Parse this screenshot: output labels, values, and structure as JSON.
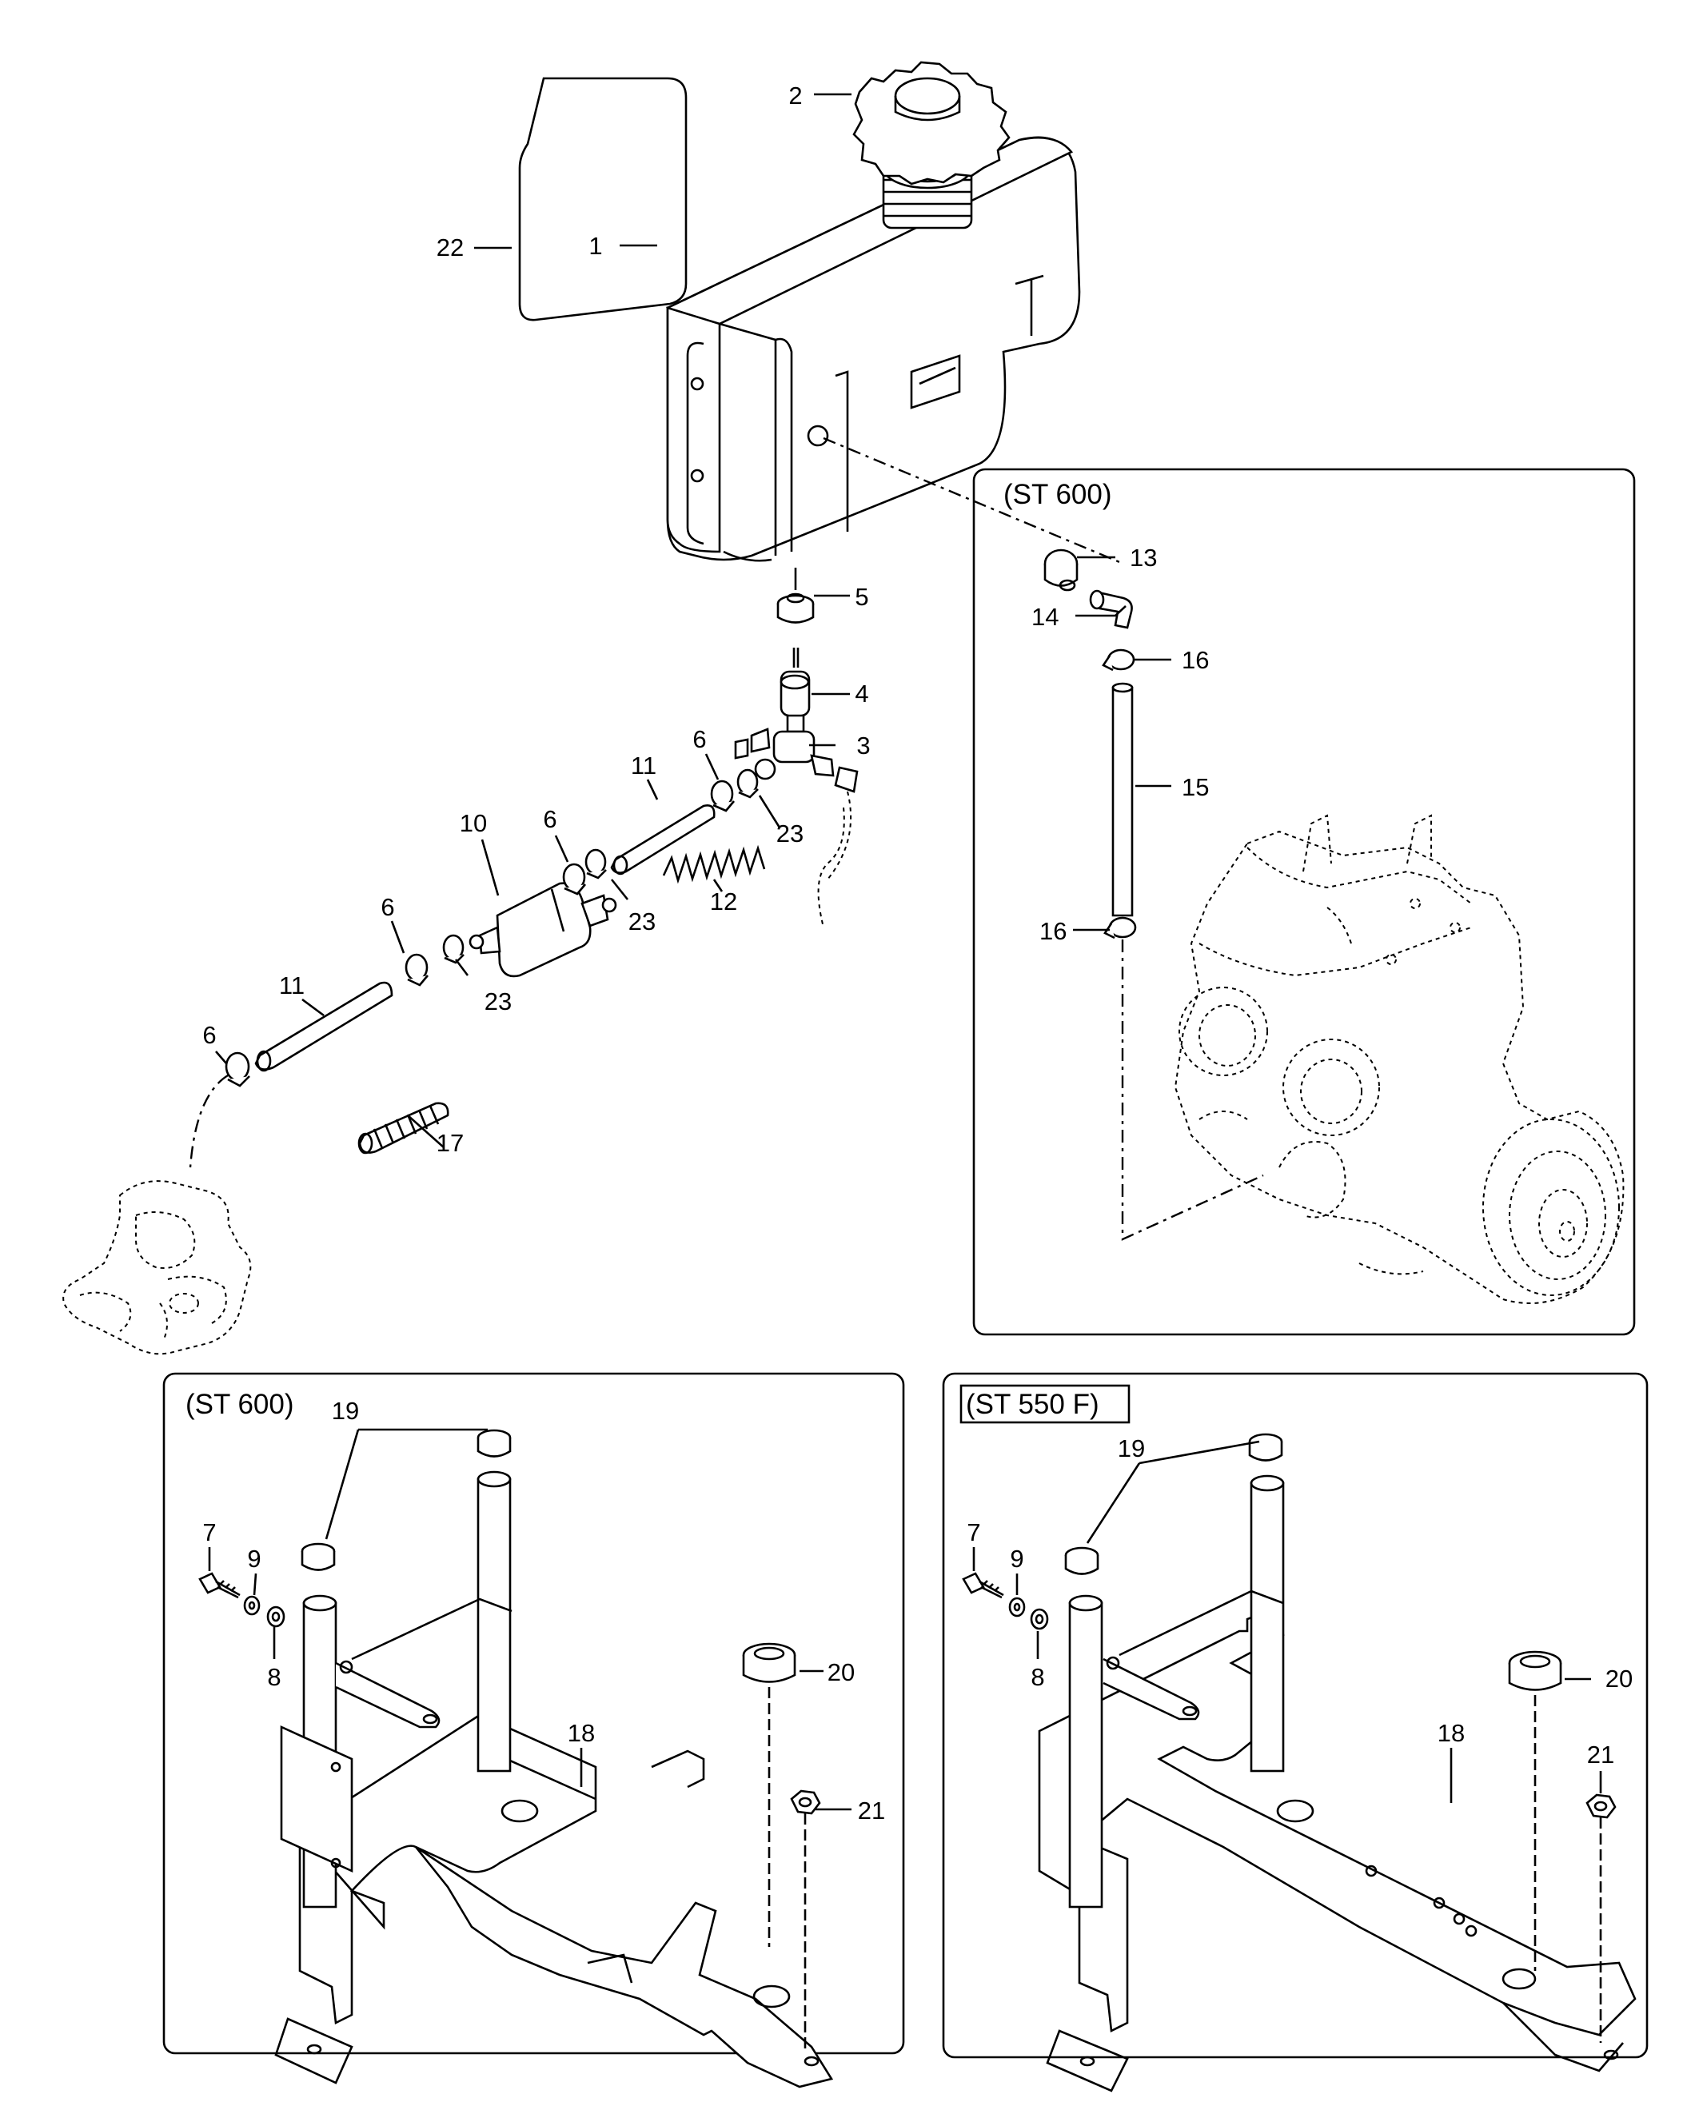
{
  "panels": {
    "engine_variant": "(ST 600)",
    "bracket_left_variant": "(ST 600)",
    "bracket_right_variant": "(ST 550 F)"
  },
  "callouts": {
    "c1": "1",
    "c2": "2",
    "c3": "3",
    "c4": "4",
    "c5": "5",
    "c6a": "6",
    "c6b": "6",
    "c6c": "6",
    "c6d": "6",
    "c10": "10",
    "c11a": "11",
    "c11b": "11",
    "c12": "12",
    "c13": "13",
    "c14": "14",
    "c15": "15",
    "c16a": "16",
    "c16b": "16",
    "c17": "17",
    "c22": "22",
    "c23a": "23",
    "c23b": "23",
    "c23c": "23",
    "l7": "7",
    "l8": "8",
    "l9": "9",
    "l18": "18",
    "l19": "19",
    "l20": "20",
    "l21": "21",
    "r7": "7",
    "r8": "8",
    "r9": "9",
    "r18": "18",
    "r19": "19",
    "r20": "20",
    "r21": "21"
  },
  "icons": [
    "fuel-tank",
    "filler-cap",
    "decal",
    "grommet",
    "fuel-valve",
    "fuel-filter",
    "hose",
    "spring",
    "hose-clamp",
    "elbow-fitting",
    "engine",
    "carburetor",
    "bracket",
    "bolt",
    "washer",
    "nut",
    "plug"
  ]
}
